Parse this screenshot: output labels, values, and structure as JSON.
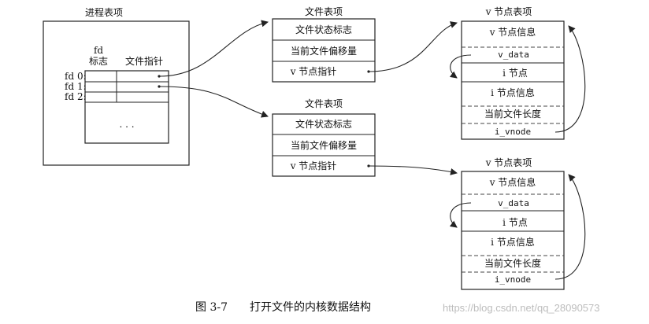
{
  "process_table": {
    "title": "进程表项",
    "col_fd_flags_1": "fd",
    "col_fd_flags_2": "标志",
    "col_file_ptr": "文件指针",
    "rows": [
      "fd 0:",
      "fd 1:",
      "fd 2:"
    ],
    "ellipsis": ". . ."
  },
  "file_tables": [
    {
      "title": "文件表项",
      "rows": [
        "文件状态标志",
        "当前文件偏移量",
        "v 节点指针"
      ]
    },
    {
      "title": "文件表项",
      "rows": [
        "文件状态标志",
        "当前文件偏移量",
        "v 节点指针"
      ]
    }
  ],
  "vnode_tables": [
    {
      "title": "v 节点表项",
      "v_info": "v 节点信息",
      "v_data": "v_data",
      "inode_title": "i 节点",
      "i_info": "i 节点信息",
      "file_len": "当前文件长度",
      "i_vnode": "i_vnode"
    },
    {
      "title": "v 节点表项",
      "v_info": "v 节点信息",
      "v_data": "v_data",
      "inode_title": "i 节点",
      "i_info": "i 节点信息",
      "file_len": "当前文件长度",
      "i_vnode": "i_vnode"
    }
  ],
  "caption": "图 3-7　　打开文件的内核数据结构",
  "watermark": "https://blog.csdn.net/qq_28090573"
}
